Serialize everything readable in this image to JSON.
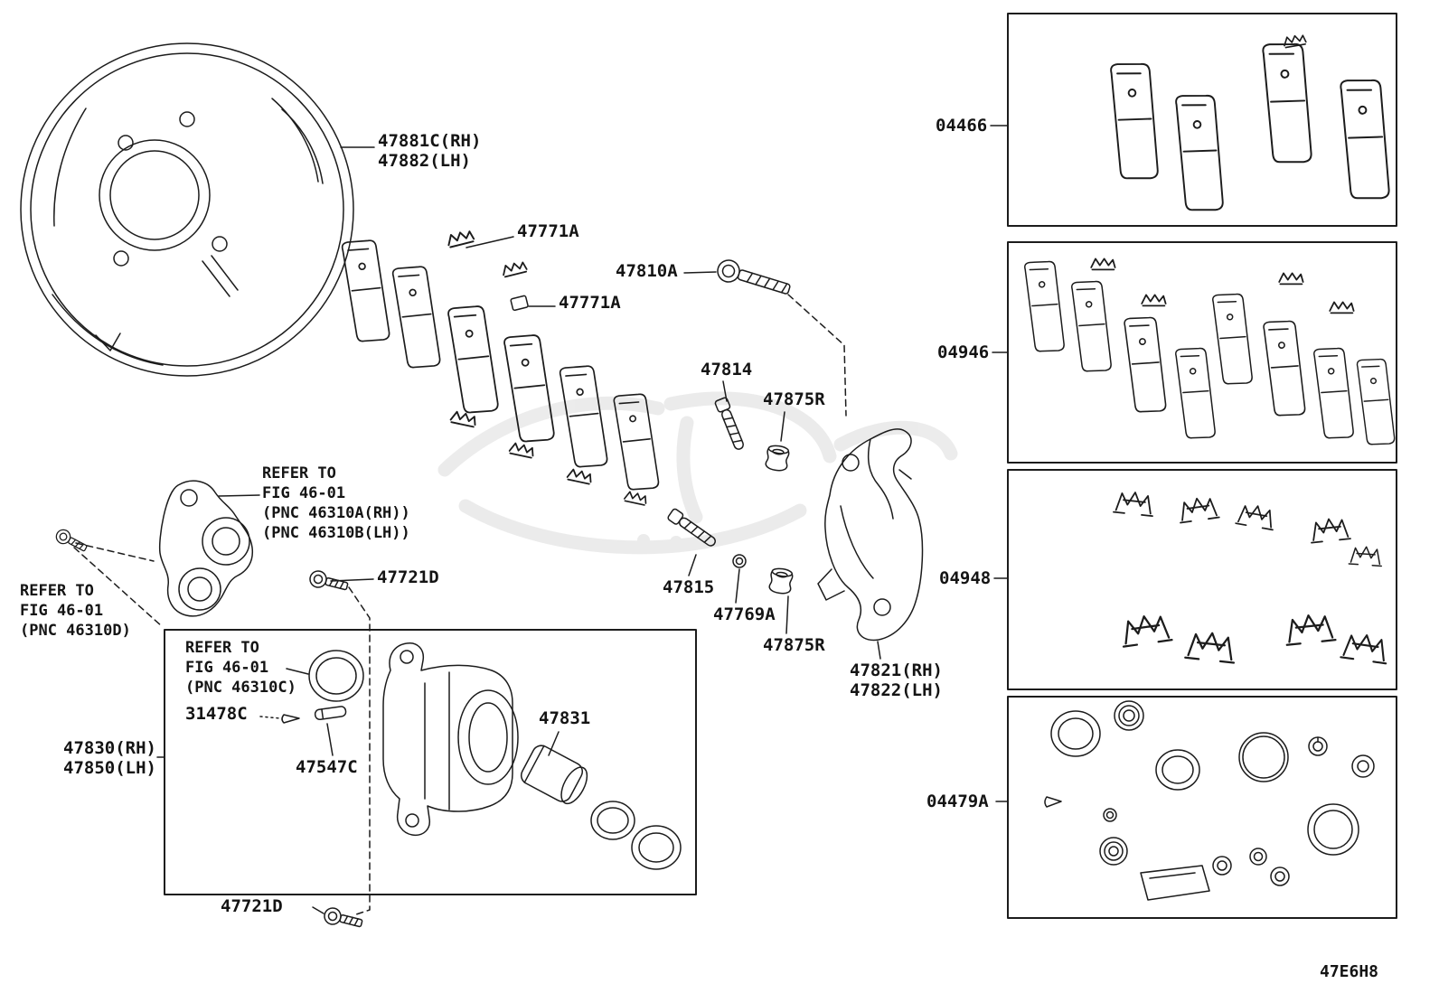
{
  "doc": {
    "background": "#ffffff",
    "line_color": "#1c1c1c"
  },
  "callouts": {
    "backing_plate_rh": "47881C(RH)",
    "backing_plate_lh": "47882(LH)",
    "pad_fitting_upper": "47771A",
    "pad_fitting_lower": "47771A",
    "caliper_mount_bolt": "47810A",
    "slide_pin_upper": "47814",
    "pin_bushing_upper": "47875R",
    "slide_pin_lower": "47815",
    "pin_washer": "47769A",
    "pin_bushing_lower": "47875R",
    "mount_bracket_rh": "47821(RH)",
    "mount_bracket_lh": "47822(LH)",
    "union_bolt_mid": "47721D",
    "union_bolt_bottom": "47721D",
    "caliper_assy_rh": "47830(RH)",
    "caliper_assy_lh": "47850(LH)",
    "piston": "47831",
    "pin_boot": "47547C",
    "bleeder_plug": "31478C"
  },
  "notes": {
    "a": [
      "REFER TO",
      "FIG 46-01",
      "(PNC 46310A(RH))",
      "(PNC 46310B(LH))"
    ],
    "d": [
      "REFER TO",
      "FIG 46-01",
      "(PNC 46310D)"
    ],
    "c": [
      "REFER TO",
      "FIG 46-01",
      "(PNC 46310C)"
    ]
  },
  "kits": [
    {
      "code": "04466"
    },
    {
      "code": "04946"
    },
    {
      "code": "04948"
    },
    {
      "code": "04479A"
    }
  ],
  "footer": {
    "drawing_code": "47E6H8"
  }
}
